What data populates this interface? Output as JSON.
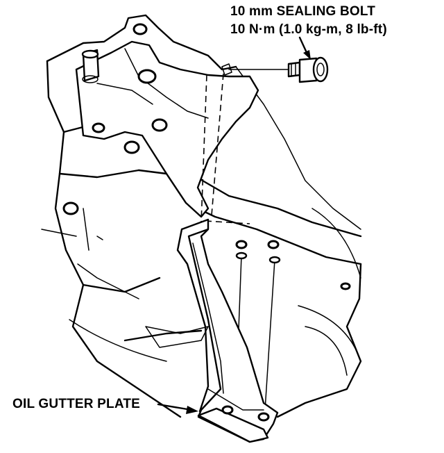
{
  "callouts": {
    "sealing_bolt_line1": "10 mm SEALING BOLT",
    "sealing_bolt_line2": "10 N·m (1.0 kg-m, 8 lb-ft)",
    "oil_gutter_plate": "OIL GUTTER PLATE"
  },
  "colors": {
    "ink": "#000000",
    "paper": "#ffffff"
  }
}
